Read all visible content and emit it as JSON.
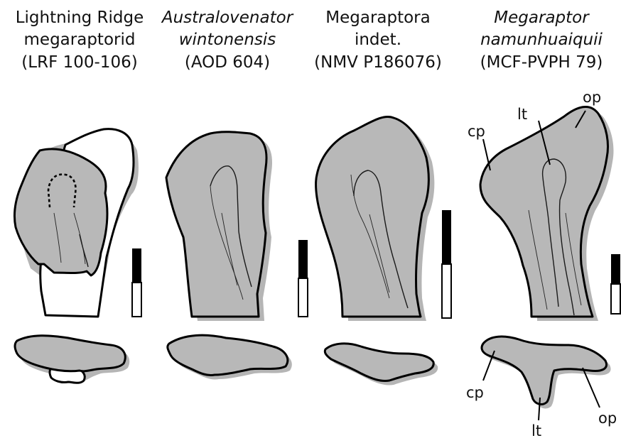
{
  "specimens": [
    {
      "name_line1": "Lightning Ridge",
      "name_line2": "megaraptorid",
      "catalog": "(LRF 100-106)",
      "italic": false
    },
    {
      "name_line1": "Australovenator",
      "name_line2": "wintonensis",
      "catalog": "(AOD 604)",
      "italic": true
    },
    {
      "name_line1": "Megaraptora",
      "name_line2": "indet.",
      "catalog": "(NMV P186076)",
      "italic": false
    },
    {
      "name_line1": "Megaraptor",
      "name_line2": "namunhuaiquii",
      "catalog": "(MCF-PVPH 79)",
      "italic": true
    }
  ],
  "labels": {
    "lesser_trochanter": "lt",
    "cranial_process": "cp",
    "opposite_process": "op"
  },
  "colors": {
    "bone_fill": "#b8b8b8",
    "outline": "#000000",
    "scale_black": "#000000",
    "scale_white": "#ffffff"
  }
}
